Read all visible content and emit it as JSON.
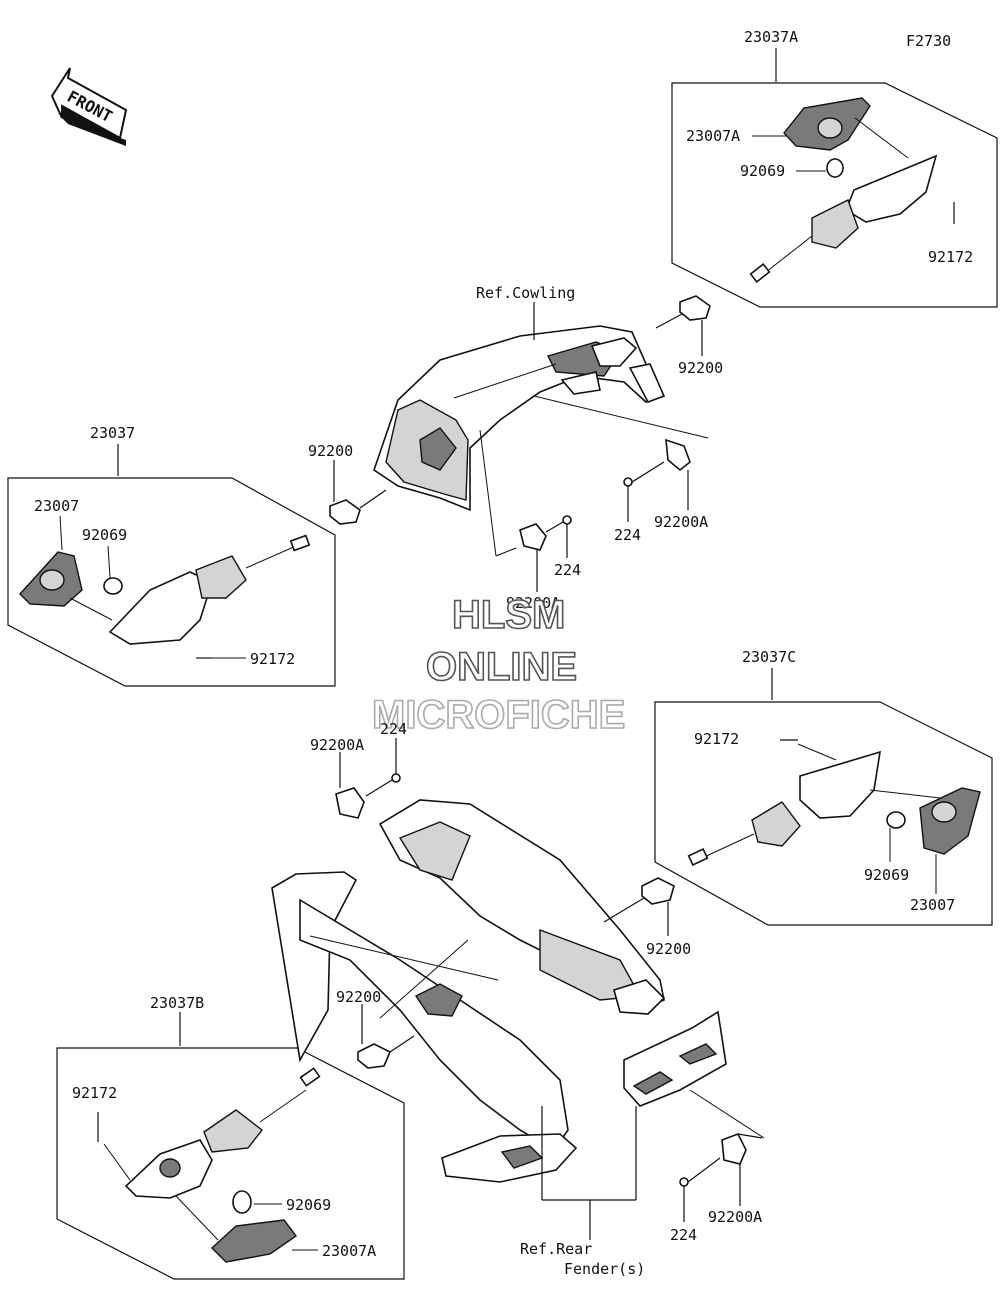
{
  "figure_code": "F2730",
  "front_arrow": {
    "text": "FRONT",
    "icon": "front-direction-arrow-icon"
  },
  "ref_cowling": "Ref.Cowling",
  "ref_rear_fender_line1": "Ref.Rear",
  "ref_rear_fender_line2": "Fender(s)",
  "watermark": {
    "line1": "HLSM",
    "line2": "ONLINE",
    "line3": "MICROFICHE"
  },
  "groups": {
    "top_right": {
      "assembly": "23037A",
      "lens": "23007A",
      "bulb": "92069",
      "screw": "92172"
    },
    "left": {
      "assembly": "23037",
      "lens": "23007",
      "bulb": "92069",
      "screw": "92172"
    },
    "right": {
      "assembly": "23037C",
      "screw": "92172",
      "bulb": "92069",
      "lens": "23007"
    },
    "bottom_left": {
      "assembly": "23037B",
      "screw": "92172",
      "bulb": "92069",
      "lens": "23007A"
    }
  },
  "loose_parts": {
    "grommet_upper_right": "92200",
    "grommet_upper_left": "92200",
    "bracket_upper_right": "92200A",
    "bolt_upper_right": "224",
    "bracket_upper_center": "92200A",
    "bolt_upper_center": "224",
    "bracket_lower_left": "92200A",
    "bolt_lower_left": "224",
    "grommet_lower_right": "92200",
    "grommet_lower_left": "92200",
    "bracket_lower_right": "92200A",
    "bolt_lower_right": "224"
  }
}
